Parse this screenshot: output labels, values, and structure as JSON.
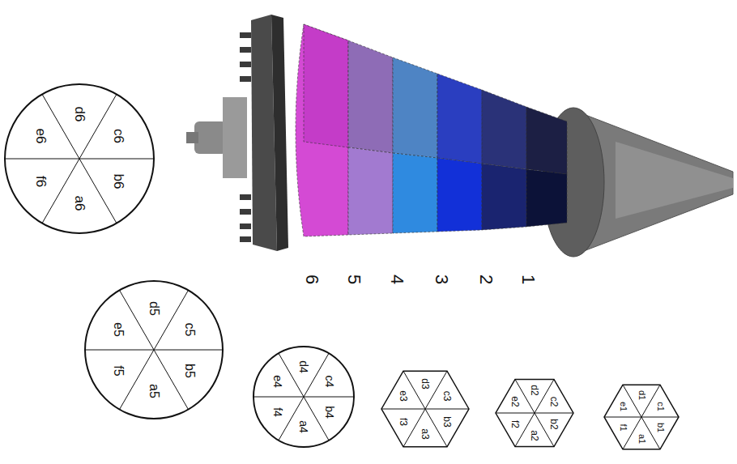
{
  "diagram": {
    "nodes": [
      {
        "text": [
          "d6",
          "c6",
          "b6",
          "a6",
          "f6",
          "e6"
        ]
      },
      {
        "text": [
          "d5",
          "c5",
          "b5",
          "a5",
          "f5",
          "e5"
        ]
      },
      {
        "text": [
          "d4",
          "c4",
          "b4",
          "a4",
          "f4",
          "e4"
        ]
      },
      {
        "text": [
          "d3",
          "c3",
          "b3",
          "a3",
          "f3",
          "e3"
        ]
      },
      {
        "text": [
          "d2",
          "c2",
          "b2",
          "a2",
          "f2",
          "e2"
        ]
      },
      {
        "text": [
          "d1",
          "c1",
          "b1",
          "a1",
          "f1",
          "e1"
        ]
      }
    ],
    "labels": [
      "6",
      "5",
      "4",
      "3",
      "2",
      "1"
    ]
  }
}
